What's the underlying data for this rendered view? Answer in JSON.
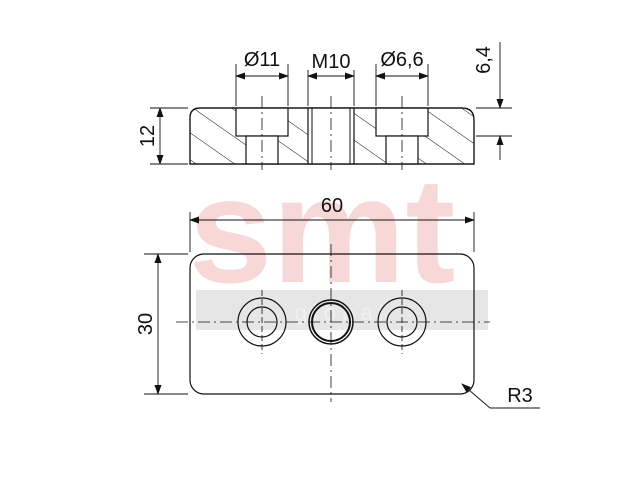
{
  "watermark": {
    "brand": "smt",
    "sub": "global"
  },
  "dimensions": {
    "hole_large_top": "Ø11",
    "thread": "M10",
    "hole_small_top": "Ø6,6",
    "depth_right": "6,4",
    "height_left": "12",
    "width_total": "60",
    "height_plan": "30",
    "corner_radius": "R3"
  },
  "colors": {
    "line": "#111111",
    "watermark": "#f8d7d7",
    "watermark_band": "#eeeeee"
  }
}
